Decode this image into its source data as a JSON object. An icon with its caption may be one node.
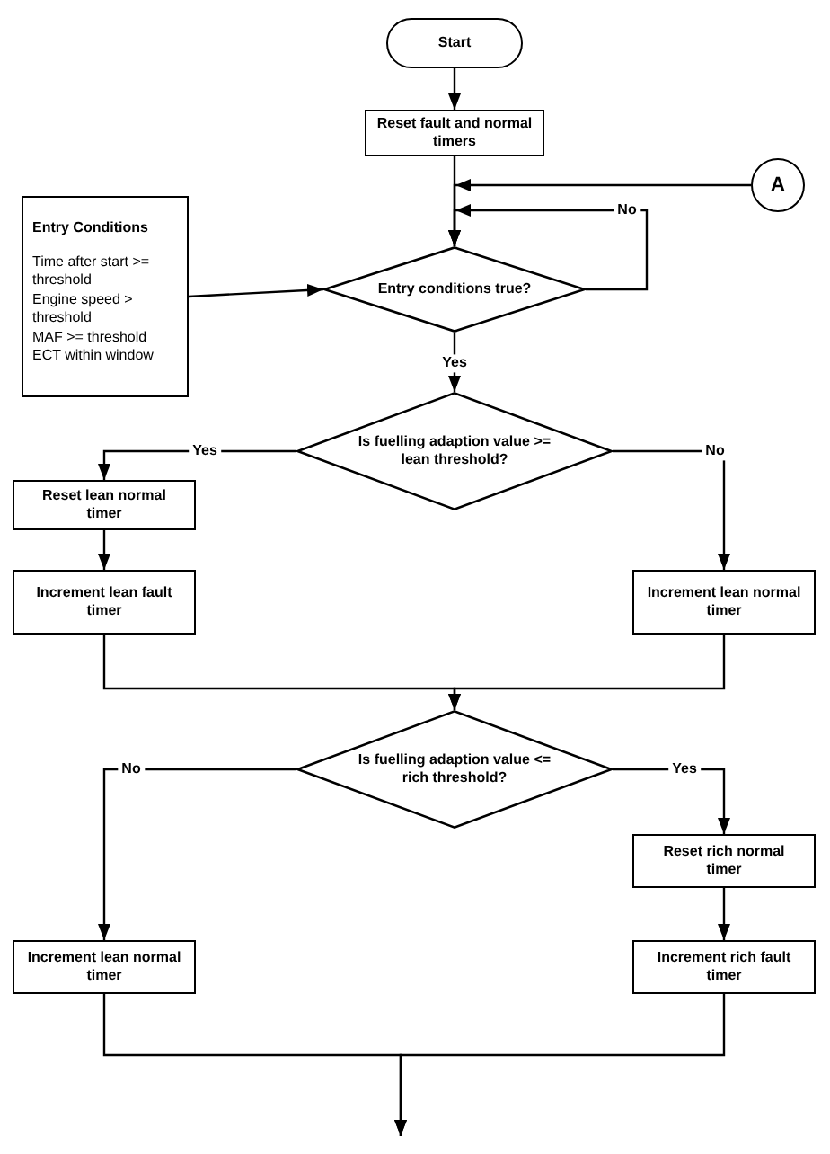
{
  "diagram": {
    "nodes": [
      {
        "text": [
          "Start"
        ]
      },
      {
        "text": [
          "Reset fault and normal timers"
        ]
      },
      {
        "text": [
          "A"
        ]
      },
      {
        "text": [
          "Entry Conditions",
          "Time after start >= threshold",
          "Engine speed > threshold",
          "MAF >= threshold",
          "ECT within window"
        ]
      },
      {
        "text": [
          "Entry conditions true?"
        ]
      },
      {
        "text": [
          "Is fuelling adaption value >= lean threshold?"
        ]
      },
      {
        "text": [
          "Reset lean normal timer"
        ]
      },
      {
        "text": [
          "Increment lean fault timer"
        ]
      },
      {
        "text": [
          "Increment lean normal timer"
        ]
      },
      {
        "text": [
          "Is fuelling adaption value <= rich threshold?"
        ]
      },
      {
        "text": [
          "Reset rich normal timer"
        ]
      },
      {
        "text": [
          "Increment lean normal timer"
        ]
      },
      {
        "text": [
          "Increment rich fault timer"
        ]
      }
    ],
    "edges": [
      {
        "from": 0,
        "to": 1,
        "arrow": "to"
      },
      {
        "from": 1,
        "to": 4,
        "arrow": "to"
      },
      {
        "from": 2,
        "to": 4,
        "arrow": "to"
      },
      {
        "from": 4,
        "to": 4,
        "arrow": "to",
        "label": "No"
      },
      {
        "from": 3,
        "to": 4,
        "arrow": "to"
      },
      {
        "from": 4,
        "to": 5,
        "arrow": "to",
        "label": "Yes"
      },
      {
        "from": 5,
        "to": 6,
        "arrow": "to",
        "label": "Yes"
      },
      {
        "from": 5,
        "to": 8,
        "arrow": "to",
        "label": "No"
      },
      {
        "from": 6,
        "to": 7,
        "arrow": "to"
      },
      {
        "from": 7,
        "to": 9,
        "arrow": "to"
      },
      {
        "from": 8,
        "to": 9,
        "arrow": "to"
      },
      {
        "from": 9,
        "to": 11,
        "arrow": "to",
        "label": "No"
      },
      {
        "from": 9,
        "to": 10,
        "arrow": "to",
        "label": "Yes"
      },
      {
        "from": 10,
        "to": 12,
        "arrow": "to"
      },
      {
        "from": 11,
        "to": null,
        "arrow": "to"
      },
      {
        "from": 12,
        "to": null,
        "arrow": "to"
      }
    ]
  }
}
